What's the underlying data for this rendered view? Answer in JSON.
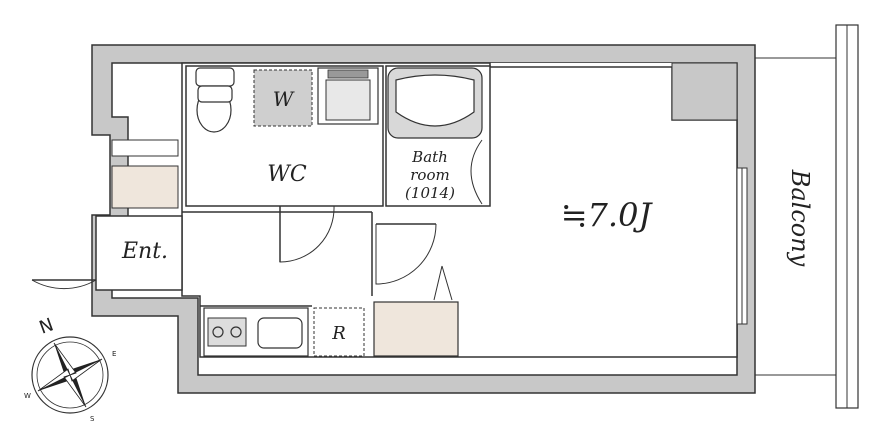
{
  "labels": {
    "wc": "WC",
    "washer": "W",
    "bath_line1": "Bath",
    "bath_line2": "room",
    "bath_line3": "(1014)",
    "entrance": "Ent.",
    "room": "≒7.0J",
    "refrigerator": "R",
    "balcony": "Balcony"
  },
  "compass": {
    "north": "N",
    "east": "E",
    "south": "S",
    "west": "W"
  },
  "colors": {
    "wall": "#c8c8c8",
    "line": "#333333",
    "storage": "#efe6dc",
    "washer_fill": "#cfcfcf"
  }
}
